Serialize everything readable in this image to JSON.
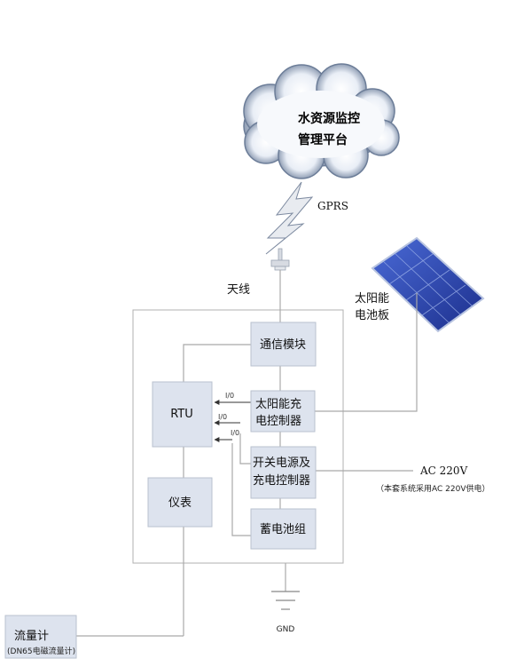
{
  "cloud": {
    "line1": "水资源监控",
    "line2": "管理平台"
  },
  "link": "GPRS",
  "antenna": "天线",
  "solar_panel": {
    "line1": "太阳能",
    "line2": "电池板"
  },
  "blocks": {
    "comm": "通信模块",
    "rtu": "RTU",
    "solar_ctrl_1": "太阳能充",
    "solar_ctrl_2": "电控制器",
    "switch_1": "开关电源及",
    "switch_2": "充电控制器",
    "meter": "仪表",
    "battery": "蓄电池组"
  },
  "io_labels": [
    "I/0",
    "I/0",
    "I/0"
  ],
  "ac": {
    "label": "AC 220V",
    "note": "（本套系统采用AC 220V供电）"
  },
  "gnd": "GND",
  "flowmeter": {
    "label": "流量计",
    "sub": "(DN65电磁流量计)"
  }
}
